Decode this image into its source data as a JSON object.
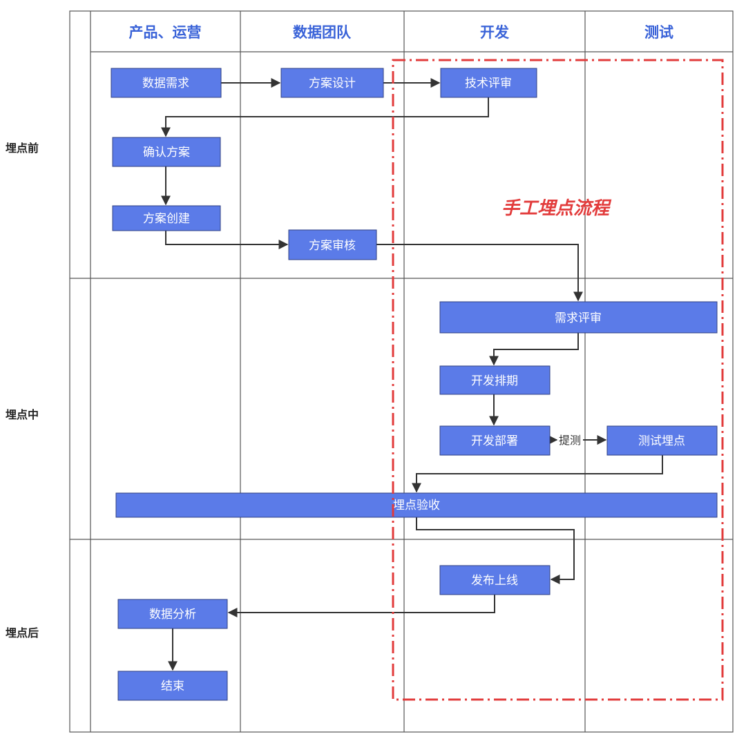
{
  "lanes": {
    "product": "产品、运营",
    "data_team": "数据团队",
    "dev": "开发",
    "test": "测试"
  },
  "phases": {
    "before": "埋点前",
    "during": "埋点中",
    "after": "埋点后"
  },
  "nodes": {
    "data_demand": "数据需求",
    "plan_design": "方案设计",
    "tech_review": "技术评审",
    "confirm_plan": "确认方案",
    "plan_create": "方案创建",
    "plan_audit": "方案审核",
    "req_review": "需求评审",
    "dev_schedule": "开发排期",
    "dev_deploy": "开发部署",
    "test_tracking": "测试埋点",
    "acceptance": "埋点验收",
    "release": "发布上线",
    "data_analysis": "数据分析",
    "end": "结束"
  },
  "edge_labels": {
    "submit_test": "提测"
  },
  "highlight": {
    "label": "手工埋点流程",
    "color": "#e23b3b"
  },
  "colors": {
    "node_fill": "#5b7be8",
    "lane_header": "#3a63d8"
  }
}
